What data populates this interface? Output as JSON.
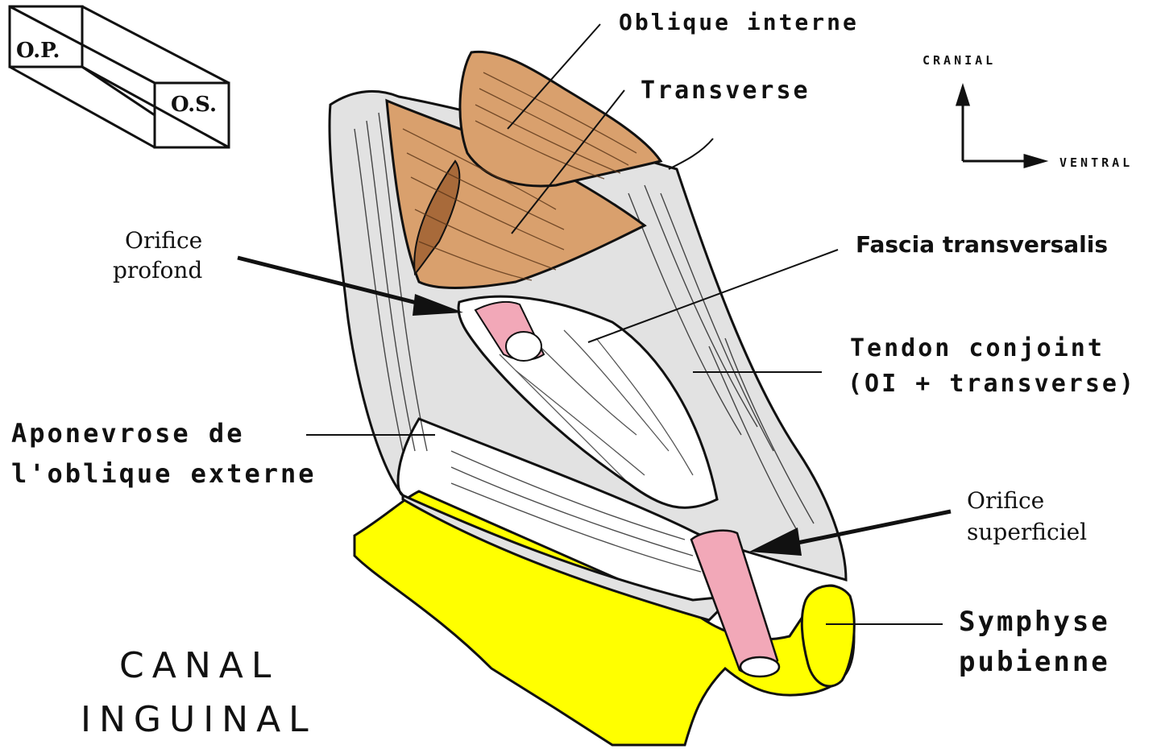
{
  "labels": {
    "oblique_interne": "Oblique interne",
    "transverse": "Transverse",
    "orifice_profond_l1": "Orifice",
    "orifice_profond_l2": "profond",
    "fascia_transversalis": "Fascia transversalis",
    "tendon_conjoint_l1": "Tendon conjoint",
    "tendon_conjoint_l2": "(OI + transverse)",
    "aponevrose_l1": "Aponevrose de",
    "aponevrose_l2": "l'oblique externe",
    "orifice_superficiel_l1": "Orifice",
    "orifice_superficiel_l2": "superficiel",
    "symphyse_l1": "Symphyse",
    "symphyse_l2": "pubienne",
    "title_l1": "CANAL",
    "title_l2": "INGUINAL"
  },
  "orientation": {
    "cranial": "CRANIAL",
    "ventral": "VENTRAL"
  },
  "box_diagram": {
    "op": "O.P.",
    "os": "O.S."
  },
  "colors": {
    "muscle": "#d9a06d",
    "muscle_dark": "#a86a3a",
    "aponeurosis": "#e2e2e2",
    "pubis": "#ffff00",
    "cord": "#f2a8b8",
    "line": "#111111"
  }
}
